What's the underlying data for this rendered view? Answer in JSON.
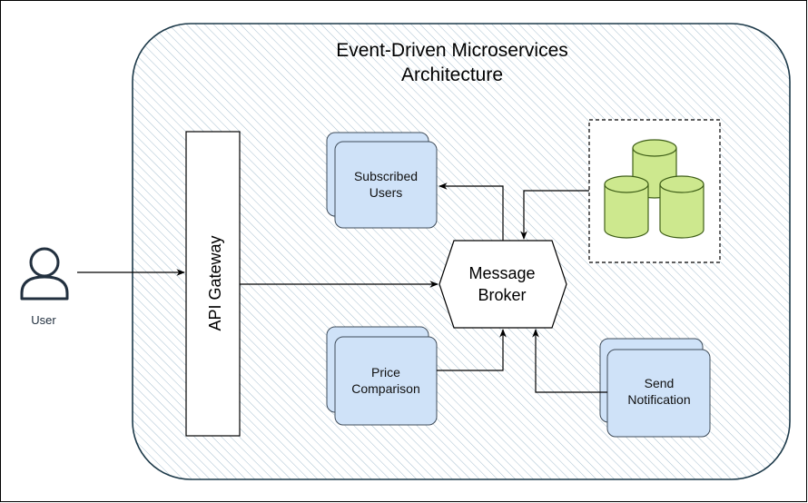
{
  "diagram": {
    "title": {
      "line1": "Event-Driven Microservices",
      "line2": "Architecture"
    },
    "actor": {
      "label": "User",
      "icon": "user-icon"
    },
    "gateway": {
      "label": "API Gateway"
    },
    "broker": {
      "line1": "Message",
      "line2": "Broker"
    },
    "services": {
      "subscribed_users": {
        "line1": "Subscribed",
        "line2": "Users"
      },
      "price_comparison": {
        "line1": "Price",
        "line2": "Comparison"
      },
      "send_notification": {
        "line1": "Send",
        "line2": "Notification"
      }
    },
    "database": {
      "icon": "database-cluster-icon"
    },
    "colors": {
      "service_fill": "#cfe2f8",
      "service_stroke": "#3f4c5a",
      "database_fill": "#cde88e",
      "database_stroke": "#3f5f18",
      "hatch": "#a6bfcf",
      "container_stroke": "#1d3a4a",
      "user_icon": "#22303f"
    }
  }
}
